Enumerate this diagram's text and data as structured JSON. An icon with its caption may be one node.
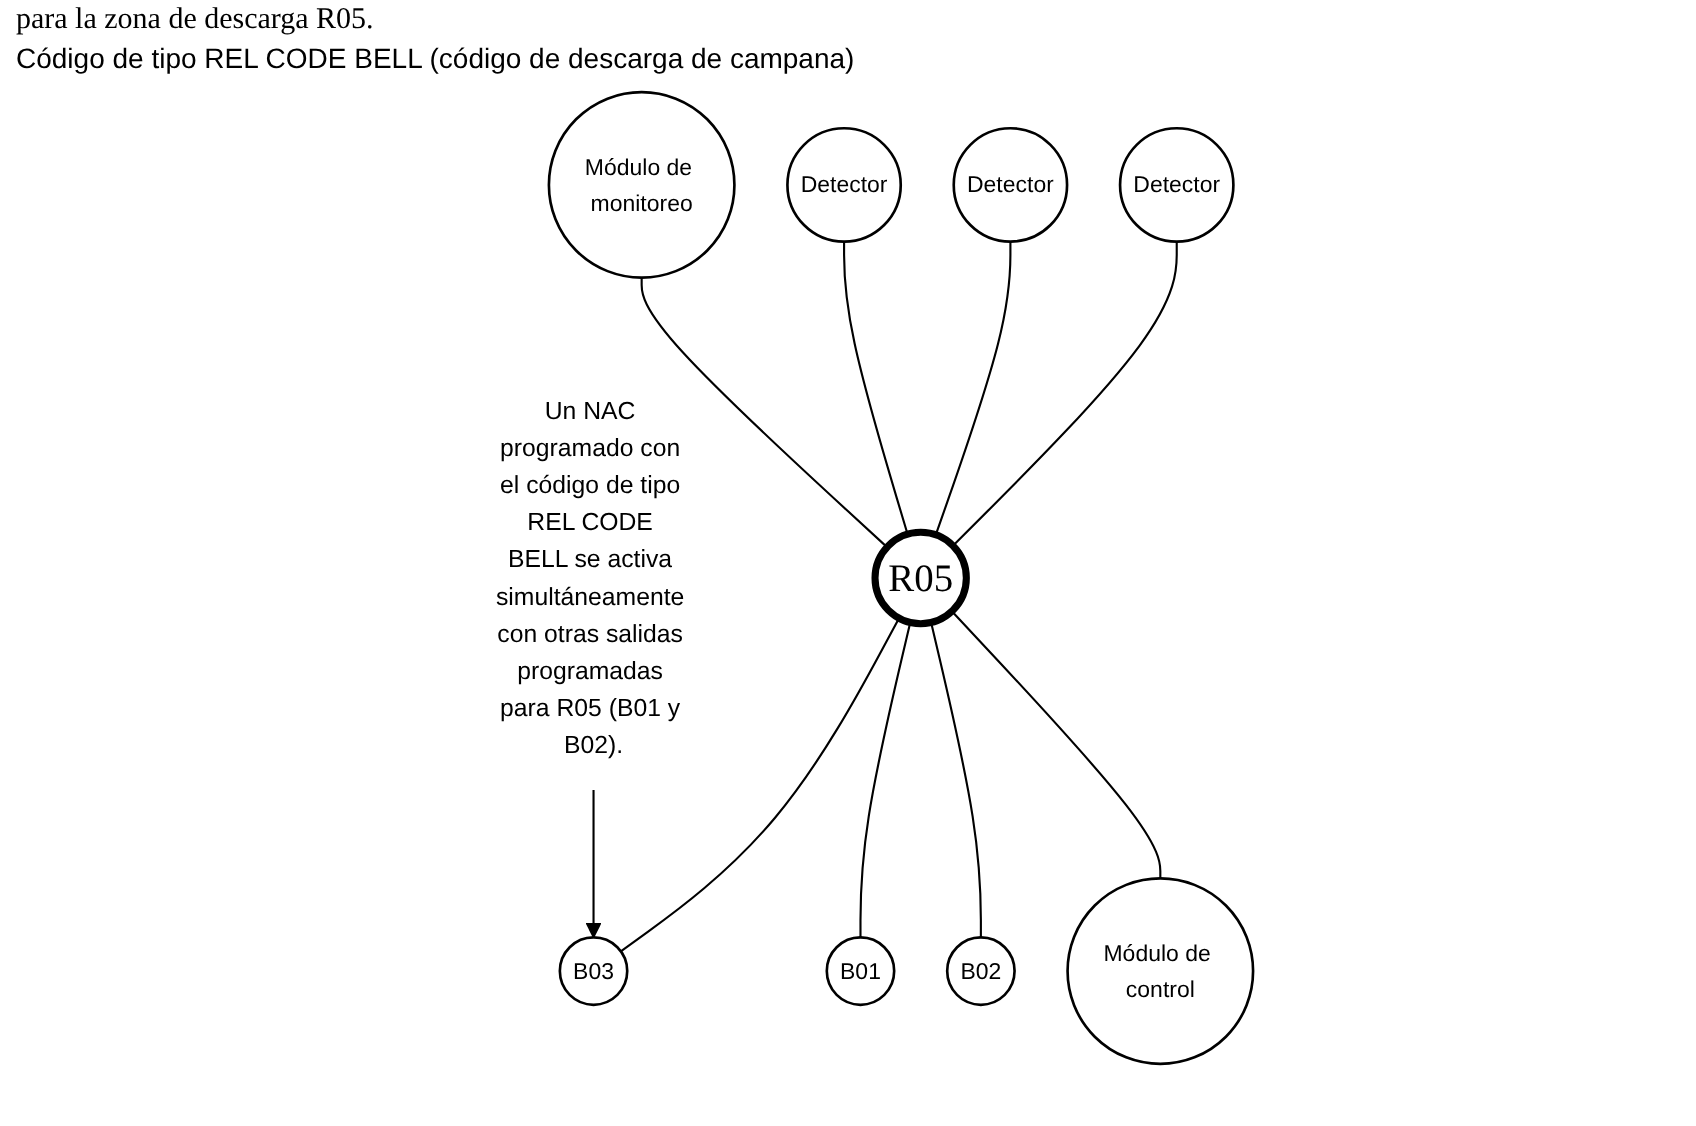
{
  "diagram": {
    "nodes": [
      {
        "text": [
          "Módulo de monitoreo"
        ]
      },
      {
        "text": [
          "Detector"
        ]
      },
      {
        "text": [
          "Detector"
        ]
      },
      {
        "text": [
          "Detector"
        ]
      },
      {
        "text": [
          "R05"
        ]
      },
      {
        "text": [
          "B03"
        ]
      },
      {
        "text": [
          "B01"
        ]
      },
      {
        "text": [
          "B02"
        ]
      },
      {
        "text": [
          "Módulo de control"
        ]
      },
      {
        "text": [
          "Un NAC programado con el código de tipo REL CODE BELL se activa simultáneamente con otras salidas programadas para R05 (B01 y B02)."
        ]
      }
    ],
    "edges": [
      {
        "from": 0,
        "to": 4,
        "arrow": "none"
      },
      {
        "from": 1,
        "to": 4,
        "arrow": "none"
      },
      {
        "from": 2,
        "to": 4,
        "arrow": "none"
      },
      {
        "from": 3,
        "to": 4,
        "arrow": "none"
      },
      {
        "from": 4,
        "to": 5,
        "arrow": "none"
      },
      {
        "from": 4,
        "to": 6,
        "arrow": "none"
      },
      {
        "from": 4,
        "to": 7,
        "arrow": "none"
      },
      {
        "from": 4,
        "to": 8,
        "arrow": "none"
      },
      {
        "from": 9,
        "to": 5,
        "arrow": "to"
      }
    ],
    "labels": [
      "para la zona de descarga R05.",
      "Código de tipo REL CODE BELL (código de descarga de campana)"
    ]
  }
}
